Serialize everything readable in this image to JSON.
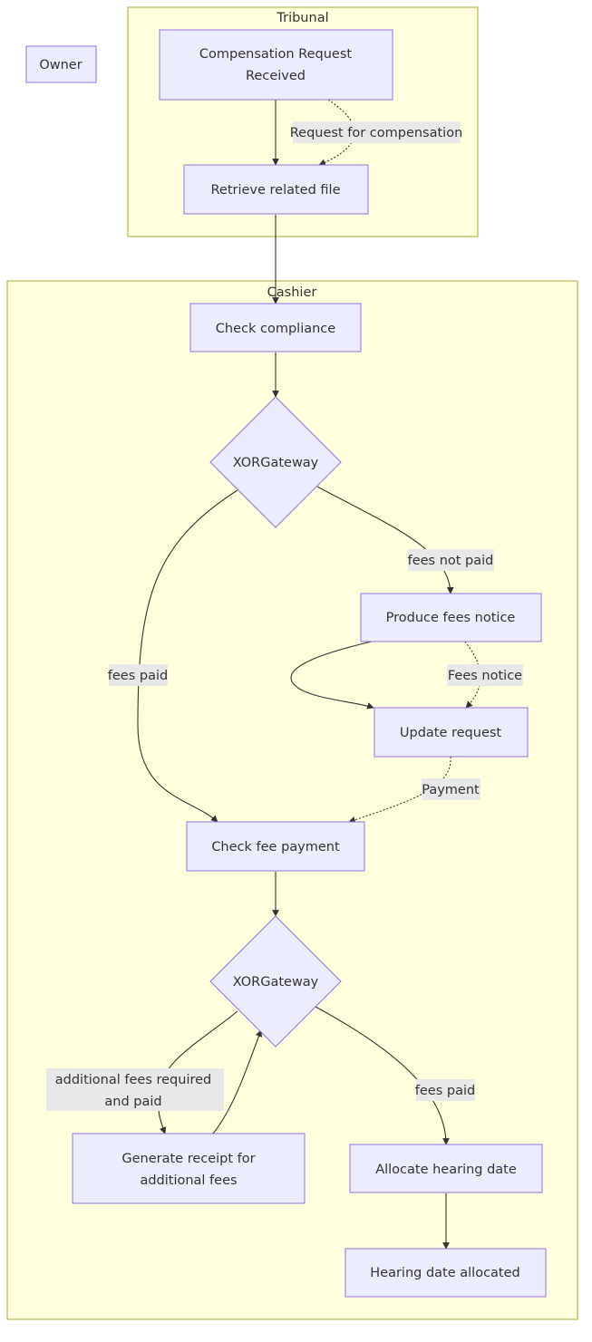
{
  "clusters": {
    "tribunal": "Tribunal",
    "cashier": "Cashier"
  },
  "nodes": {
    "owner": "Owner",
    "compensation_request_received": [
      "Compensation Request",
      "Received"
    ],
    "retrieve_related_file": "Retrieve related file",
    "check_compliance": "Check compliance",
    "xor_gateway_1": "XORGateway",
    "produce_fees_notice": "Produce fees notice",
    "update_request": "Update request",
    "check_fee_payment": "Check fee payment",
    "xor_gateway_2": "XORGateway",
    "generate_receipt": [
      "Generate receipt for",
      "additional fees"
    ],
    "allocate_hearing_date": "Allocate hearing date",
    "hearing_date_allocated": "Hearing date allocated"
  },
  "edge_labels": {
    "request_for_compensation": "Request for compensation",
    "fees_not_paid": "fees not paid",
    "fees_paid_1": "fees paid",
    "fees_notice": "Fees notice",
    "payment": "Payment",
    "additional_fees": [
      "additional fees required",
      "and paid"
    ],
    "fees_paid_2": "fees paid"
  },
  "colors": {
    "cluster_fill": "#ffffde",
    "cluster_stroke": "#aaaa33",
    "node_fill": "#ececff",
    "node_stroke": "#9370db",
    "edge": "#333333",
    "label_bg": "#e8e8e8"
  }
}
